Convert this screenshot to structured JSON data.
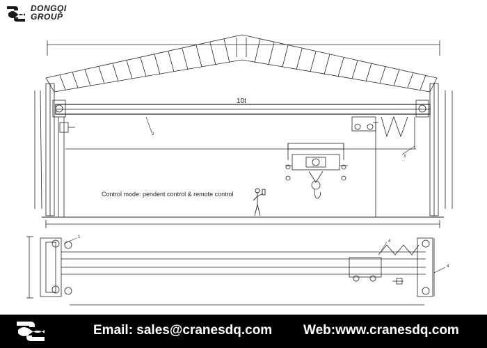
{
  "header": {
    "brand_line1": "DONGQI",
    "brand_line2": "GROUP"
  },
  "drawing": {
    "capacity_label": "10t",
    "control_mode": "Control mode: pendent control & remote control",
    "callouts": [
      "1",
      "2",
      "3",
      "4",
      "4"
    ]
  },
  "footer": {
    "email": "Email: sales@cranesdq.com",
    "web": "Web:www.cranesdq.com"
  },
  "colors": {
    "line": "#222222",
    "footer_bg": "#000000",
    "footer_text": "#ffffff"
  },
  "icons": {
    "logo": "dongqi-logo-icon",
    "worker": "worker-figure-icon"
  }
}
